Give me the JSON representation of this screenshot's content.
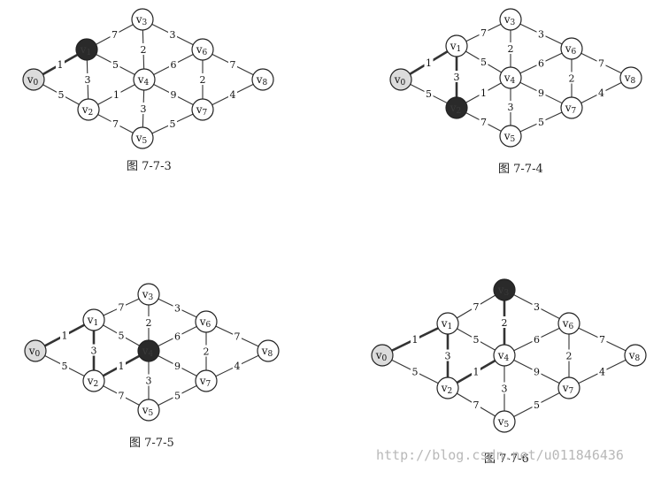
{
  "nodes": [
    "v0",
    "v1",
    "v2",
    "v3",
    "v4",
    "v5",
    "v6",
    "v7",
    "v8"
  ],
  "edges": [
    {
      "from": "v0",
      "to": "v1",
      "weight": "1"
    },
    {
      "from": "v0",
      "to": "v2",
      "weight": "5"
    },
    {
      "from": "v1",
      "to": "v3",
      "weight": "7"
    },
    {
      "from": "v1",
      "to": "v2",
      "weight": "3"
    },
    {
      "from": "v1",
      "to": "v4",
      "weight": "5"
    },
    {
      "from": "v2",
      "to": "v4",
      "weight": "1"
    },
    {
      "from": "v2",
      "to": "v5",
      "weight": "7"
    },
    {
      "from": "v3",
      "to": "v4",
      "weight": "2"
    },
    {
      "from": "v3",
      "to": "v6",
      "weight": "3"
    },
    {
      "from": "v4",
      "to": "v5",
      "weight": "3"
    },
    {
      "from": "v4",
      "to": "v6",
      "weight": "6"
    },
    {
      "from": "v4",
      "to": "v7",
      "weight": "9"
    },
    {
      "from": "v5",
      "to": "v7",
      "weight": "5"
    },
    {
      "from": "v6",
      "to": "v7",
      "weight": "2"
    },
    {
      "from": "v6",
      "to": "v8",
      "weight": "7"
    },
    {
      "from": "v7",
      "to": "v8",
      "weight": "4"
    }
  ],
  "panels": [
    {
      "caption": "图 7-7-3",
      "current": "v1",
      "bold_edges": [
        [
          "v0",
          "v1"
        ]
      ]
    },
    {
      "caption": "图 7-7-4",
      "current": "v2",
      "bold_edges": [
        [
          "v0",
          "v1"
        ],
        [
          "v1",
          "v2"
        ]
      ]
    },
    {
      "caption": "图 7-7-5",
      "current": "v4",
      "bold_edges": [
        [
          "v0",
          "v1"
        ],
        [
          "v1",
          "v2"
        ],
        [
          "v2",
          "v4"
        ]
      ]
    },
    {
      "caption": "图 7-7-6",
      "current": "v3",
      "bold_edges": [
        [
          "v0",
          "v1"
        ],
        [
          "v1",
          "v2"
        ],
        [
          "v2",
          "v4"
        ],
        [
          "v4",
          "v3"
        ]
      ]
    }
  ],
  "colors": {
    "edge": "#333333",
    "source_fill": "#dcdcdc",
    "current_fill": "#2a2a2a",
    "node_fill": "#ffffff",
    "text": "#111111"
  },
  "watermark": "http://blog.csdn.net/u011846436"
}
